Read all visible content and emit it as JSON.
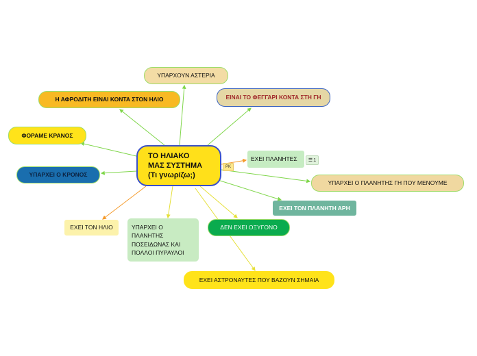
{
  "central": {
    "line1": "ΤΟ ΗΛΙΑΚΟ",
    "line2": "ΜΑΣ ΣΥΣΤΗΜΑ",
    "line3": "(Τι γνωρίζω;)"
  },
  "tag_pk": "PK",
  "subtopics_count": "1",
  "topics": {
    "asteria": "ΥΠΑΡΧΟΥΝ ΑΣΤΕΡΙΑ",
    "afrodity": "Η ΑΦΡΟΔΙΤΗ ΕΙΝΑΙ ΚΟΝΤΑ ΣΤΟΝ ΗΛΙΟ",
    "feggari": "ΕΙΝΑΙ ΤΟ ΦΕΓΓΑΡΙ ΚΟΝΤΑ ΣΤΗ ΓΗ",
    "krano": "ΦΟΡΑΜΕ ΚΡΑΝΟΣ",
    "krono": "ΥΠΑΡΧΕΙ Ο ΚΡΟΝΟΣ",
    "planites": "ΕΧΕΙ ΠΛΑΝΗΤΕΣ",
    "menoume": "ΥΠΑΡΧΕΙ Ο ΠΛΑΝΗΤΗΣ ΓΗ ΠΟΥ ΜΕΝΟΥΜΕ",
    "ari": "ΕΧΕΙ ΤΟΝ ΠΛΑΝΗΤΗ ΑΡΗ",
    "helio": "ΕΧΕΙ ΤΟΝ ΗΛΙΟ",
    "poseidonas": "ΥΠΑΡΧΕΙ Ο ΠΛΑΝΗΤΗΣ ΠΟΣΕΙΔΩΝΑΣ ΚΑΙ ΠΟΛΛΟΙ ΠΥΡΑΥΛΟΙ",
    "oxygono": "ΔΕΝ ΕΧΕΙ ΟΞΥΓΟΝΟ",
    "astronautes": "ΕΧΕΙ ΑΣΤΡΟΝΑΥΤΕΣ ΠΟΥ ΒΑΖΟΥΝ ΣΗΜΑΙΑ"
  },
  "colors": {
    "link_green": "#7fd64a",
    "link_orange": "#f59a2a",
    "link_yellow": "#e6e03a",
    "central_fill": "#ffe01a",
    "central_border": "#3a50c8"
  },
  "icons": {
    "subtopic_list": "list-icon"
  }
}
